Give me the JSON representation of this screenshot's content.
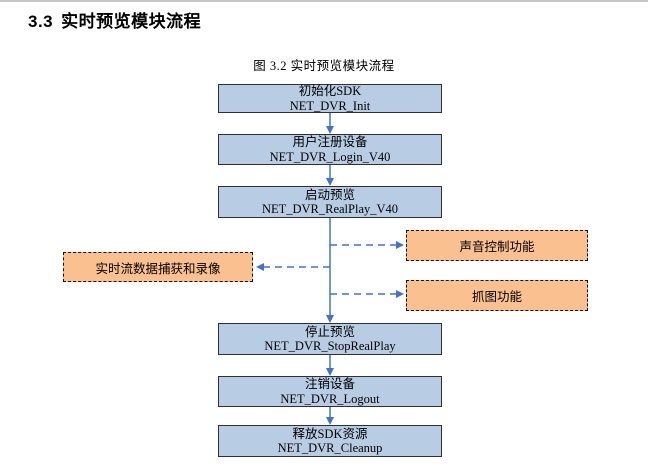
{
  "heading": {
    "number": "3.3",
    "title": "实时预览模块流程"
  },
  "figure": {
    "caption": "图 3.2 实时预览模块流程"
  },
  "flowchart": {
    "main_steps": [
      {
        "label": "初始化SDK",
        "function": "NET_DVR_Init"
      },
      {
        "label": "用户注册设备",
        "function": "NET_DVR_Login_V40"
      },
      {
        "label": "启动预览",
        "function": "NET_DVR_RealPlay_V40"
      },
      {
        "label": "停止预览",
        "function": "NET_DVR_StopRealPlay"
      },
      {
        "label": "注销设备",
        "function": "NET_DVR_Logout"
      },
      {
        "label": "释放SDK资源",
        "function": "NET_DVR_Cleanup"
      }
    ],
    "side_boxes": [
      {
        "label": "声音控制功能",
        "side": "right"
      },
      {
        "label": "实时流数据捕获和录像",
        "side": "left"
      },
      {
        "label": "抓图功能",
        "side": "right"
      }
    ],
    "colors": {
      "step_fill": "#b8cce4",
      "step_border": "#2f2f35",
      "side_fill": "#fac090",
      "side_border": "#111111",
      "arrow": "#4472c4",
      "top_rule": "#c6c6c6"
    }
  }
}
